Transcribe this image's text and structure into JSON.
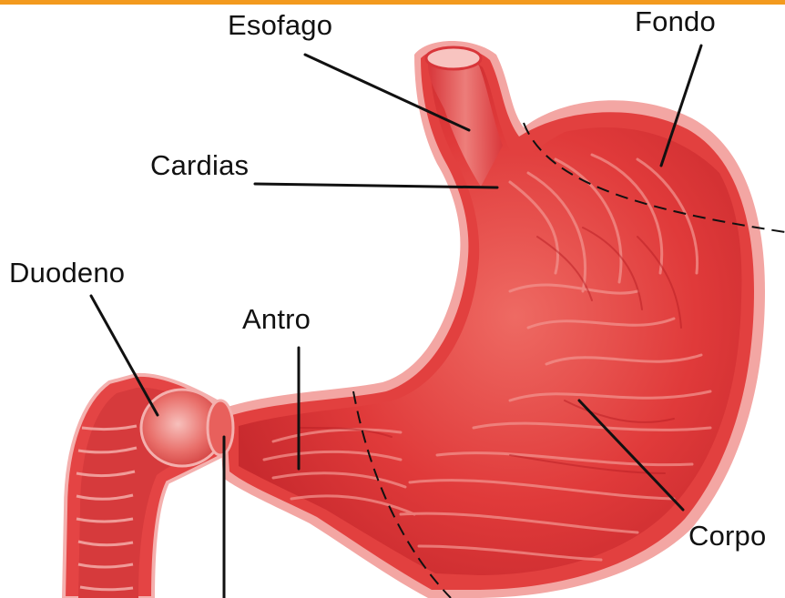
{
  "colors": {
    "accent_bar": "#F39A1E",
    "tissue_main": "#E23A3A",
    "tissue_light": "#F4A3A3",
    "tissue_dark": "#B81E24",
    "leader_line": "#111111"
  },
  "labels": {
    "esofago": "Esofago",
    "fondo": "Fondo",
    "cardias": "Cardias",
    "duodeno": "Duodeno",
    "antro": "Antro",
    "corpo": "Corpo"
  }
}
